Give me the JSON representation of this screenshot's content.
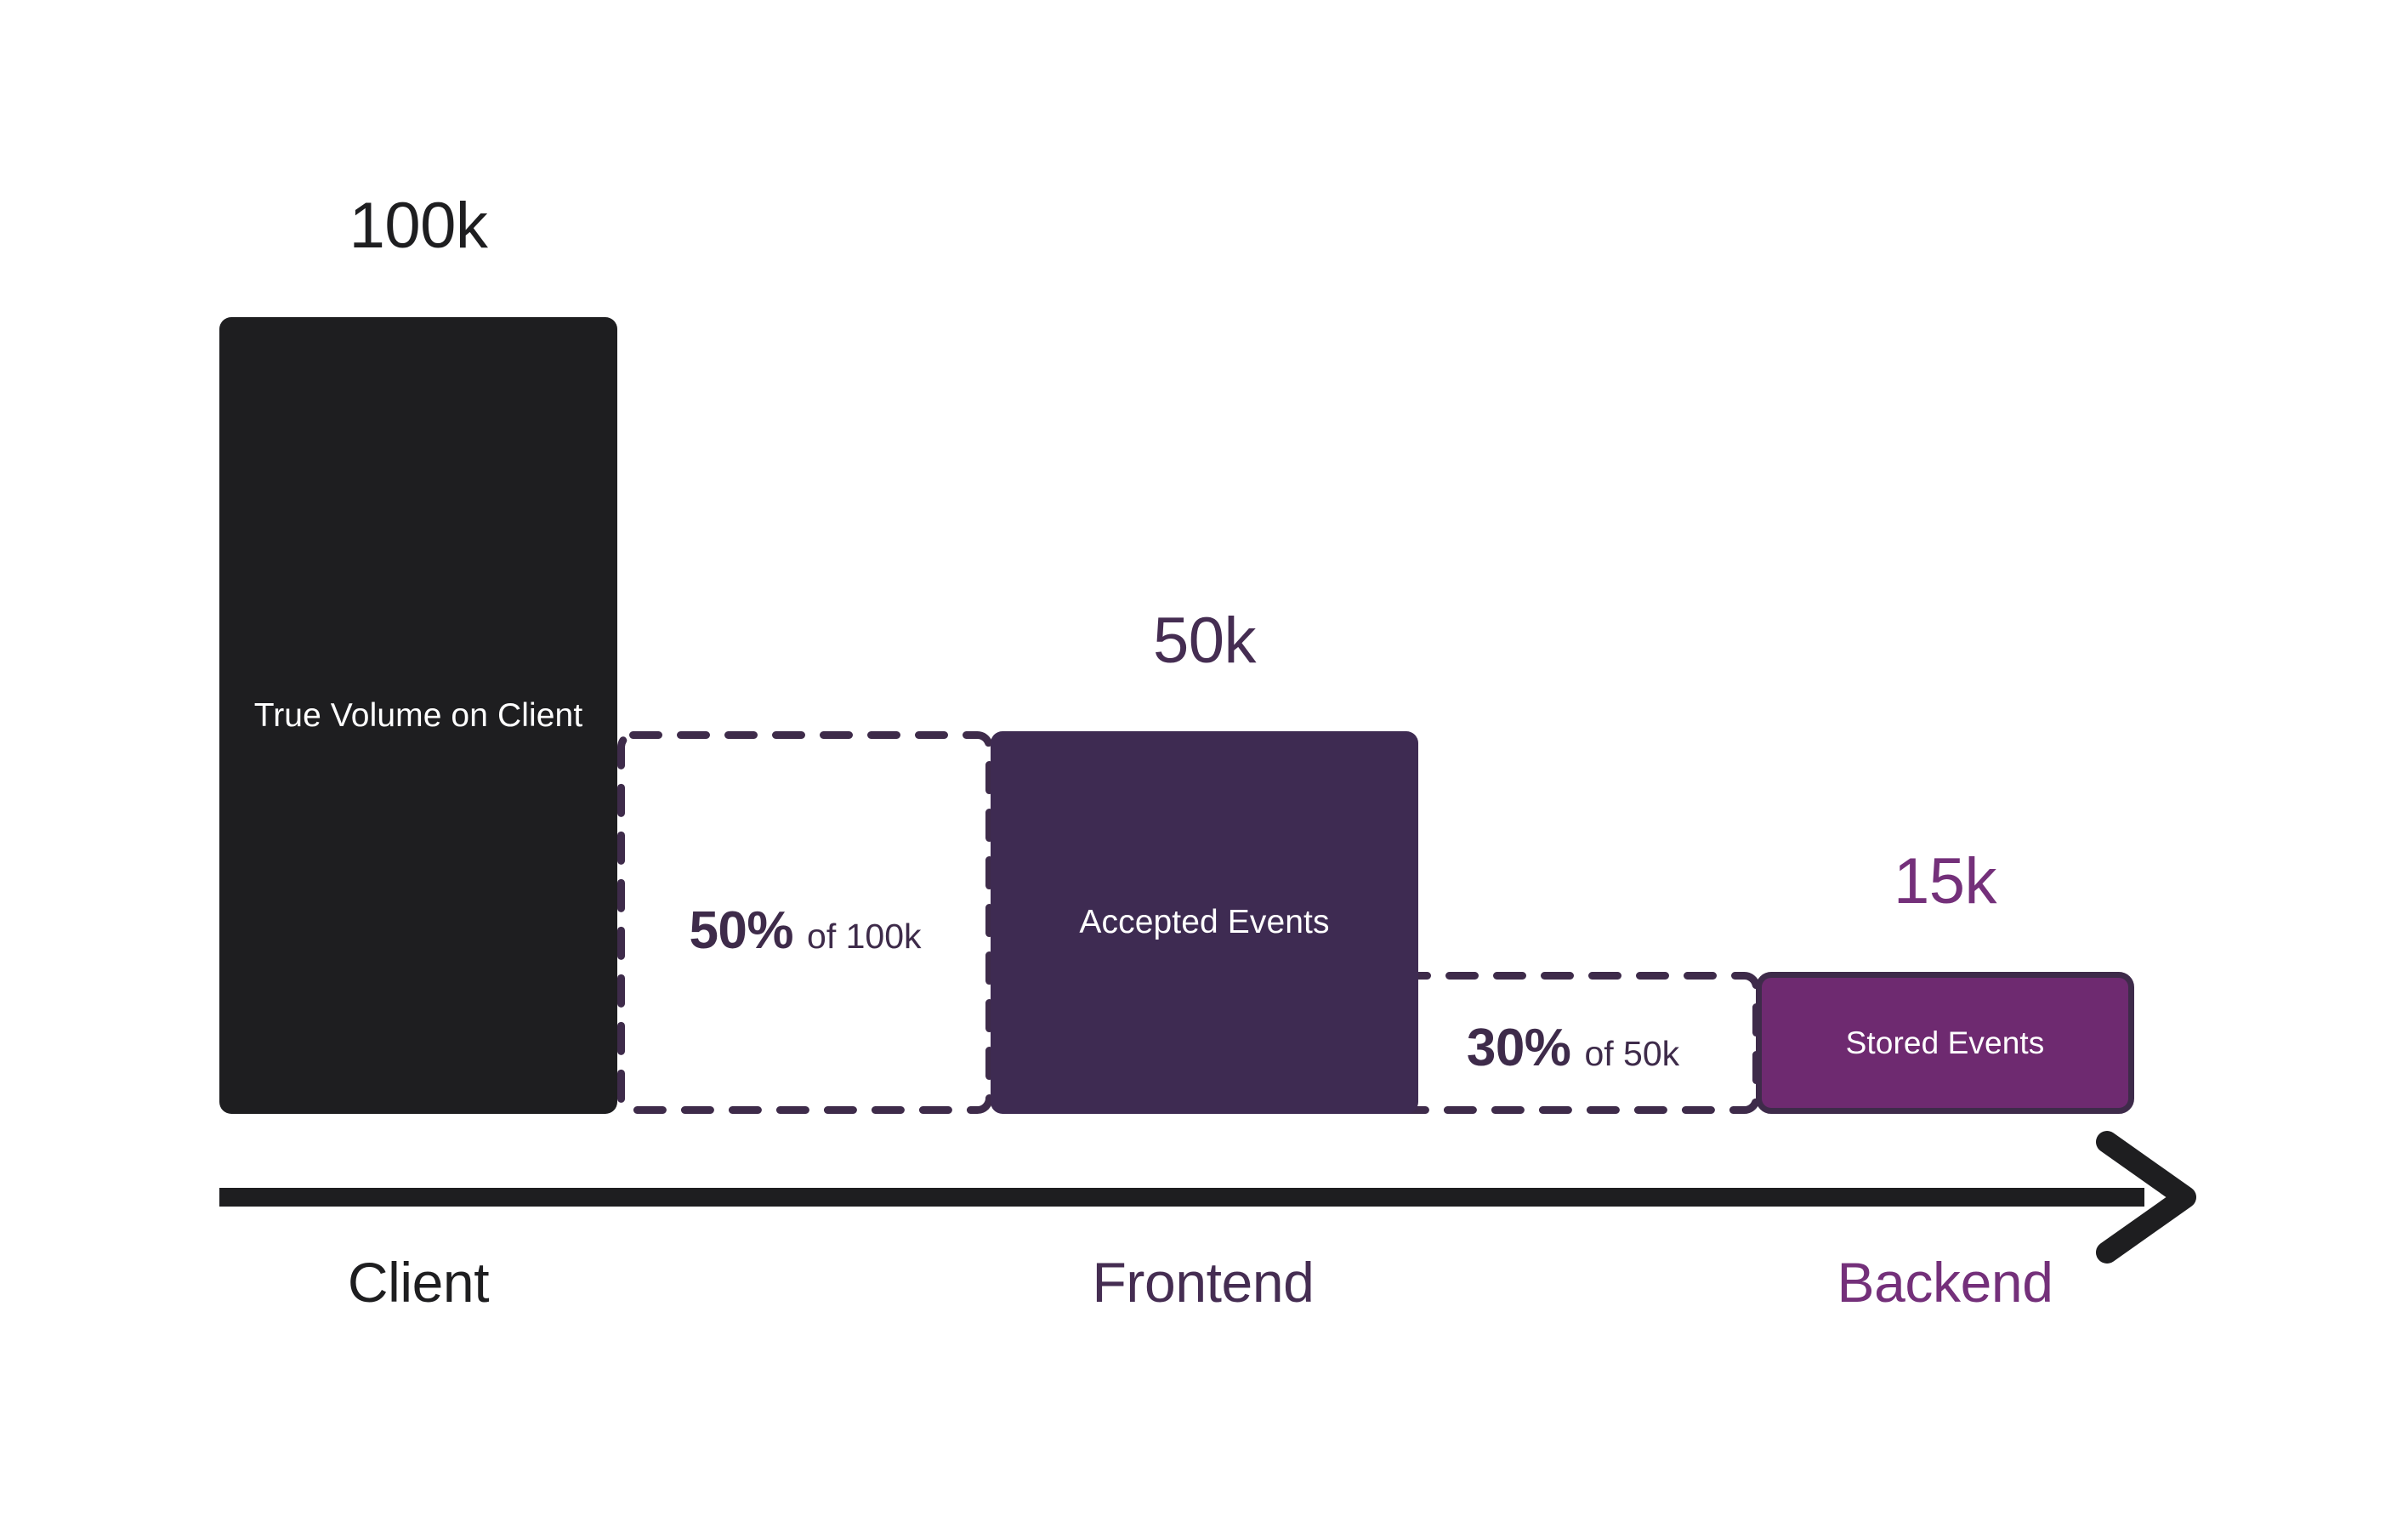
{
  "chart_data": {
    "type": "bar",
    "title": "",
    "subtitle": "",
    "xlabel": "",
    "ylabel": "",
    "grid": false,
    "legend": "none",
    "axis": {
      "orientation": "horizontal",
      "style": "arrow",
      "direction": "left-to-right",
      "color": "#1E1E20"
    },
    "categories": [
      "Client",
      "Frontend",
      "Backend"
    ],
    "values": [
      100000,
      50000,
      15000
    ],
    "value_labels": [
      "100k",
      "50k",
      "15k"
    ],
    "ylim": [
      0,
      100000
    ],
    "bars": [
      {
        "stage": "Client",
        "value": 100000,
        "value_label": "100k",
        "bar_label": "True Volume on Client",
        "fill": "#1E1E20",
        "text_color": "#FFFFFF",
        "style": "solid"
      },
      {
        "stage": "Frontend",
        "value": 50000,
        "value_label": "50k",
        "bar_label": "Accepted Events",
        "fill": "#3E2B52",
        "text_color": "#FFFFFF",
        "style": "solid"
      },
      {
        "stage": "Backend",
        "value": 15000,
        "value_label": "15k",
        "bar_label": "Stored Events",
        "fill": "#6E2A70",
        "border_color": "#3E2B4A",
        "text_color": "#FFFFFF",
        "style": "solid-outlined"
      }
    ],
    "dropoffs": [
      {
        "from_stage": "Client",
        "to_stage": "Frontend",
        "percent": "50%",
        "of_text": "of 100k",
        "retained_fraction": 0.5,
        "lost_value": 50000,
        "style": "dashed",
        "border_color": "#3E2B4A"
      },
      {
        "from_stage": "Frontend",
        "to_stage": "Backend",
        "percent": "30%",
        "of_text": "of 50k",
        "retained_fraction": 0.3,
        "lost_value": 35000,
        "style": "dashed",
        "border_color": "#3E2B4A"
      }
    ],
    "stage_labels": [
      {
        "text": "Client",
        "color": "#1E1E20"
      },
      {
        "text": "Frontend",
        "color": "#452D52"
      },
      {
        "text": "Backend",
        "color": "#74307A"
      }
    ]
  },
  "colors": {
    "background": "#FFFFFF",
    "black": "#1E1E20",
    "dark_purple": "#3E2B52",
    "mid_purple": "#452D52",
    "bright_purple": "#74307A",
    "stored_fill": "#6E2A70",
    "dash_stroke": "#3E2B4A",
    "white": "#FFFFFF"
  }
}
